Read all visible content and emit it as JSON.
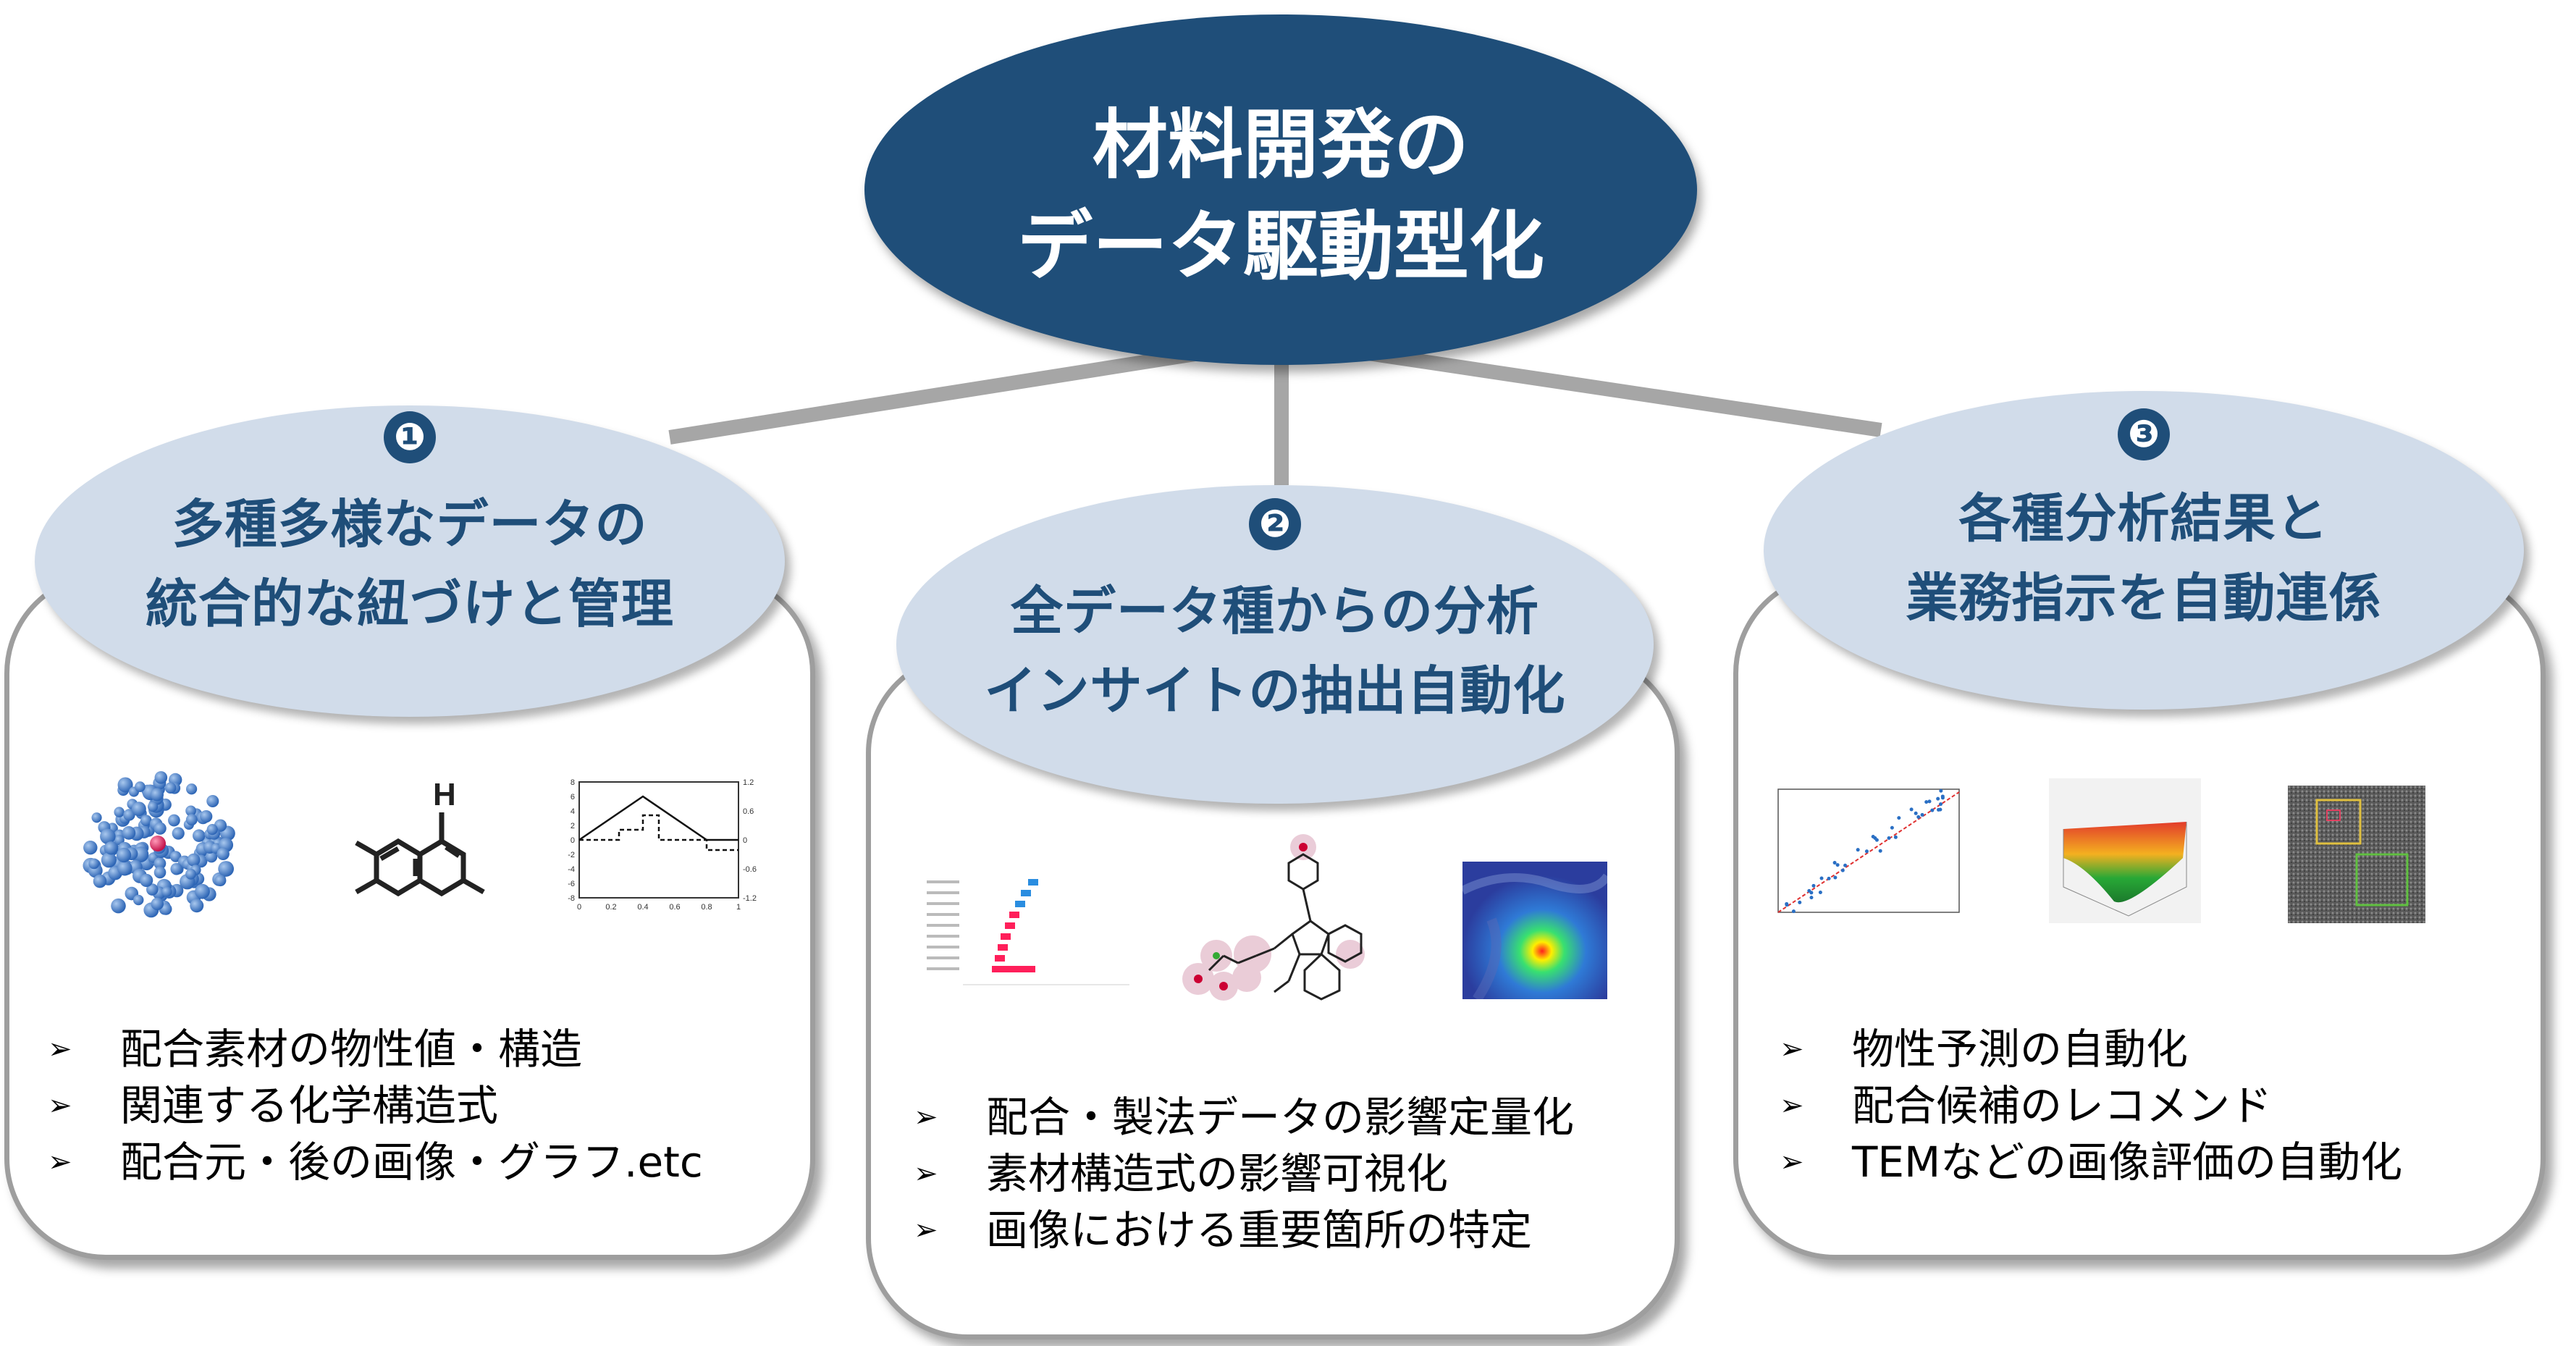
{
  "title": {
    "line1": "材料開発の",
    "line2": "データ駆動型化"
  },
  "colors": {
    "navy": "#1f4e79",
    "pill": "#d1dcea",
    "connector": "#a6a6a6",
    "panel_border": "#9e9e9e"
  },
  "bullet_icon": "arrow-head-icon",
  "pillars": [
    {
      "number": "❶",
      "title_line1": "多種多様なデータの",
      "title_line2": "統合的な紐づけと管理",
      "bullets": [
        "配合素材の物性値・構造",
        "関連する化学構造式",
        "配合元・後の画像・グラフ.etc"
      ],
      "chart": {
        "ylim": [
          -8,
          8
        ],
        "y2lim": [
          -1.2,
          1.2
        ],
        "y_ticks": [
          "8",
          "6",
          "4",
          "2",
          "0",
          "-2",
          "-4",
          "-6",
          "-8"
        ],
        "y2_ticks": [
          "1.2",
          "0.6",
          "0",
          "-0.6",
          "-1.2"
        ],
        "x_ticks": [
          "0",
          "0.2",
          "0.4",
          "0.6",
          "0.8",
          "1"
        ],
        "atom_label": "H"
      }
    },
    {
      "number": "❷",
      "title_line1": "全データ種からの分析",
      "title_line2": "インサイトの抽出自動化",
      "bullets": [
        "配合・製法データの影響定量化",
        "素材構造式の影響可視化",
        "画像における重要箇所の特定"
      ]
    },
    {
      "number": "❸",
      "title_line1": "各種分析結果と",
      "title_line2": "業務指示を自動連係",
      "bullets": [
        "物性予測の自動化",
        "配合候補のレコメンド",
        "TEMなどの画像評価の自動化"
      ]
    }
  ]
}
